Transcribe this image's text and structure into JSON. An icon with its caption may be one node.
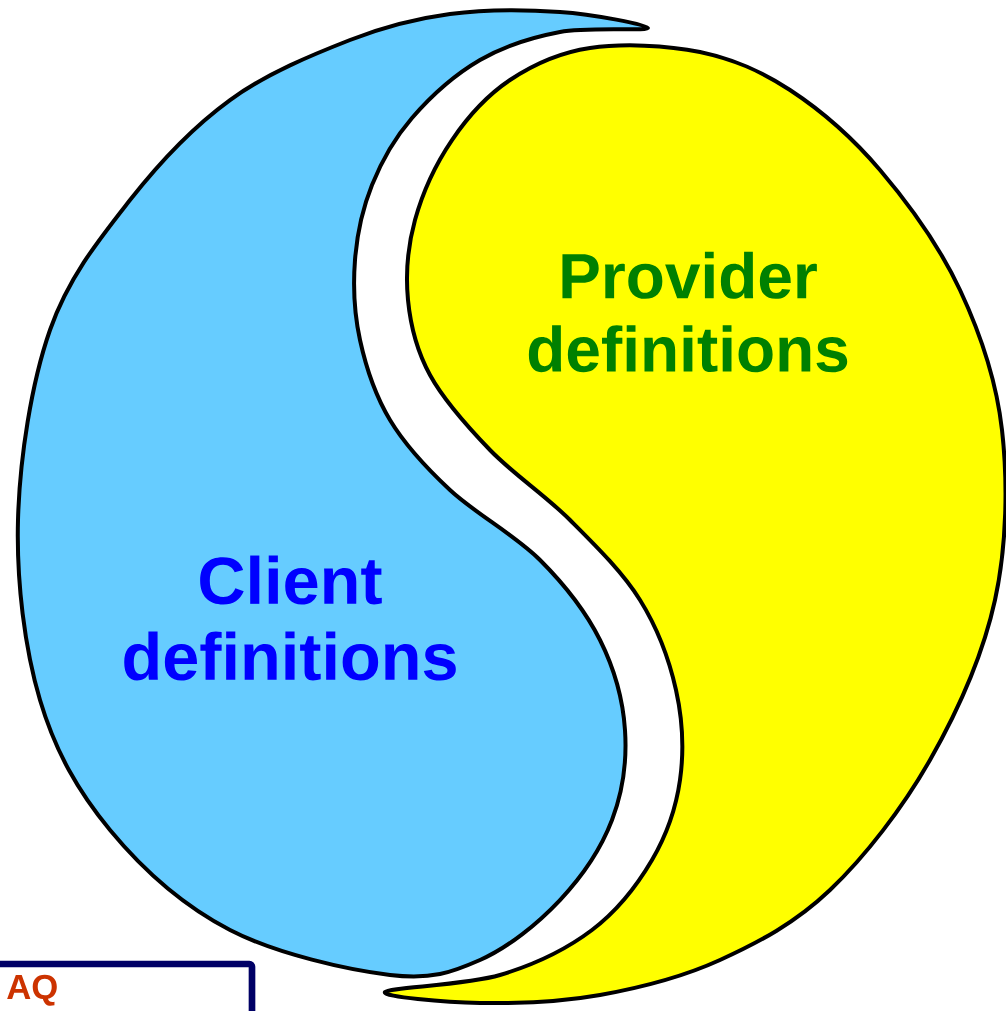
{
  "diagram": {
    "nodes": [
      {
        "text": [
          "Client definitions"
        ]
      },
      {
        "text": [
          "Provider definitions"
        ]
      },
      {
        "text": [
          "AQ"
        ]
      }
    ]
  }
}
